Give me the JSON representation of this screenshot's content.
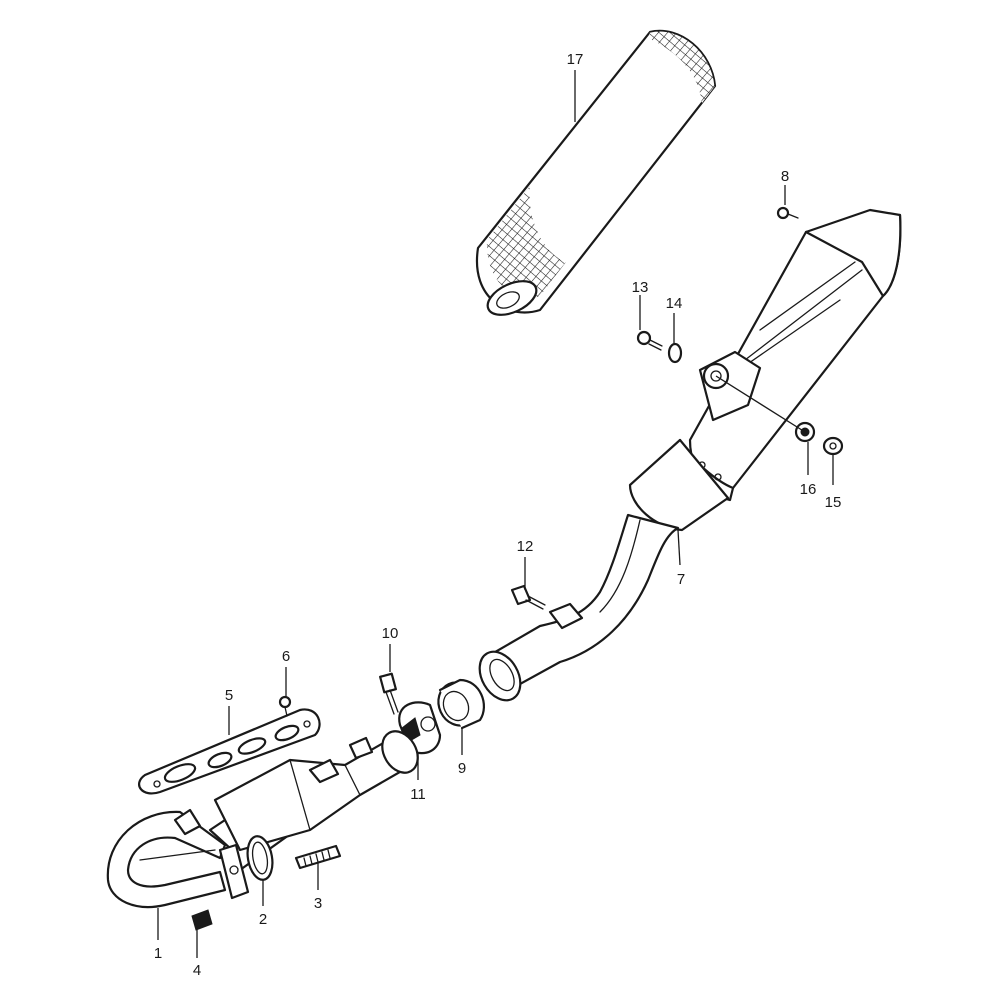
{
  "callouts": {
    "c1": "1",
    "c2": "2",
    "c3": "3",
    "c4": "4",
    "c5": "5",
    "c6": "6",
    "c7": "7",
    "c8": "8",
    "c9": "9",
    "c10": "10",
    "c11": "11",
    "c12": "12",
    "c13": "13",
    "c14": "14",
    "c15": "15",
    "c16": "16",
    "c17": "17"
  },
  "colors": {
    "line": "#1a1a1a",
    "background": "#ffffff"
  }
}
